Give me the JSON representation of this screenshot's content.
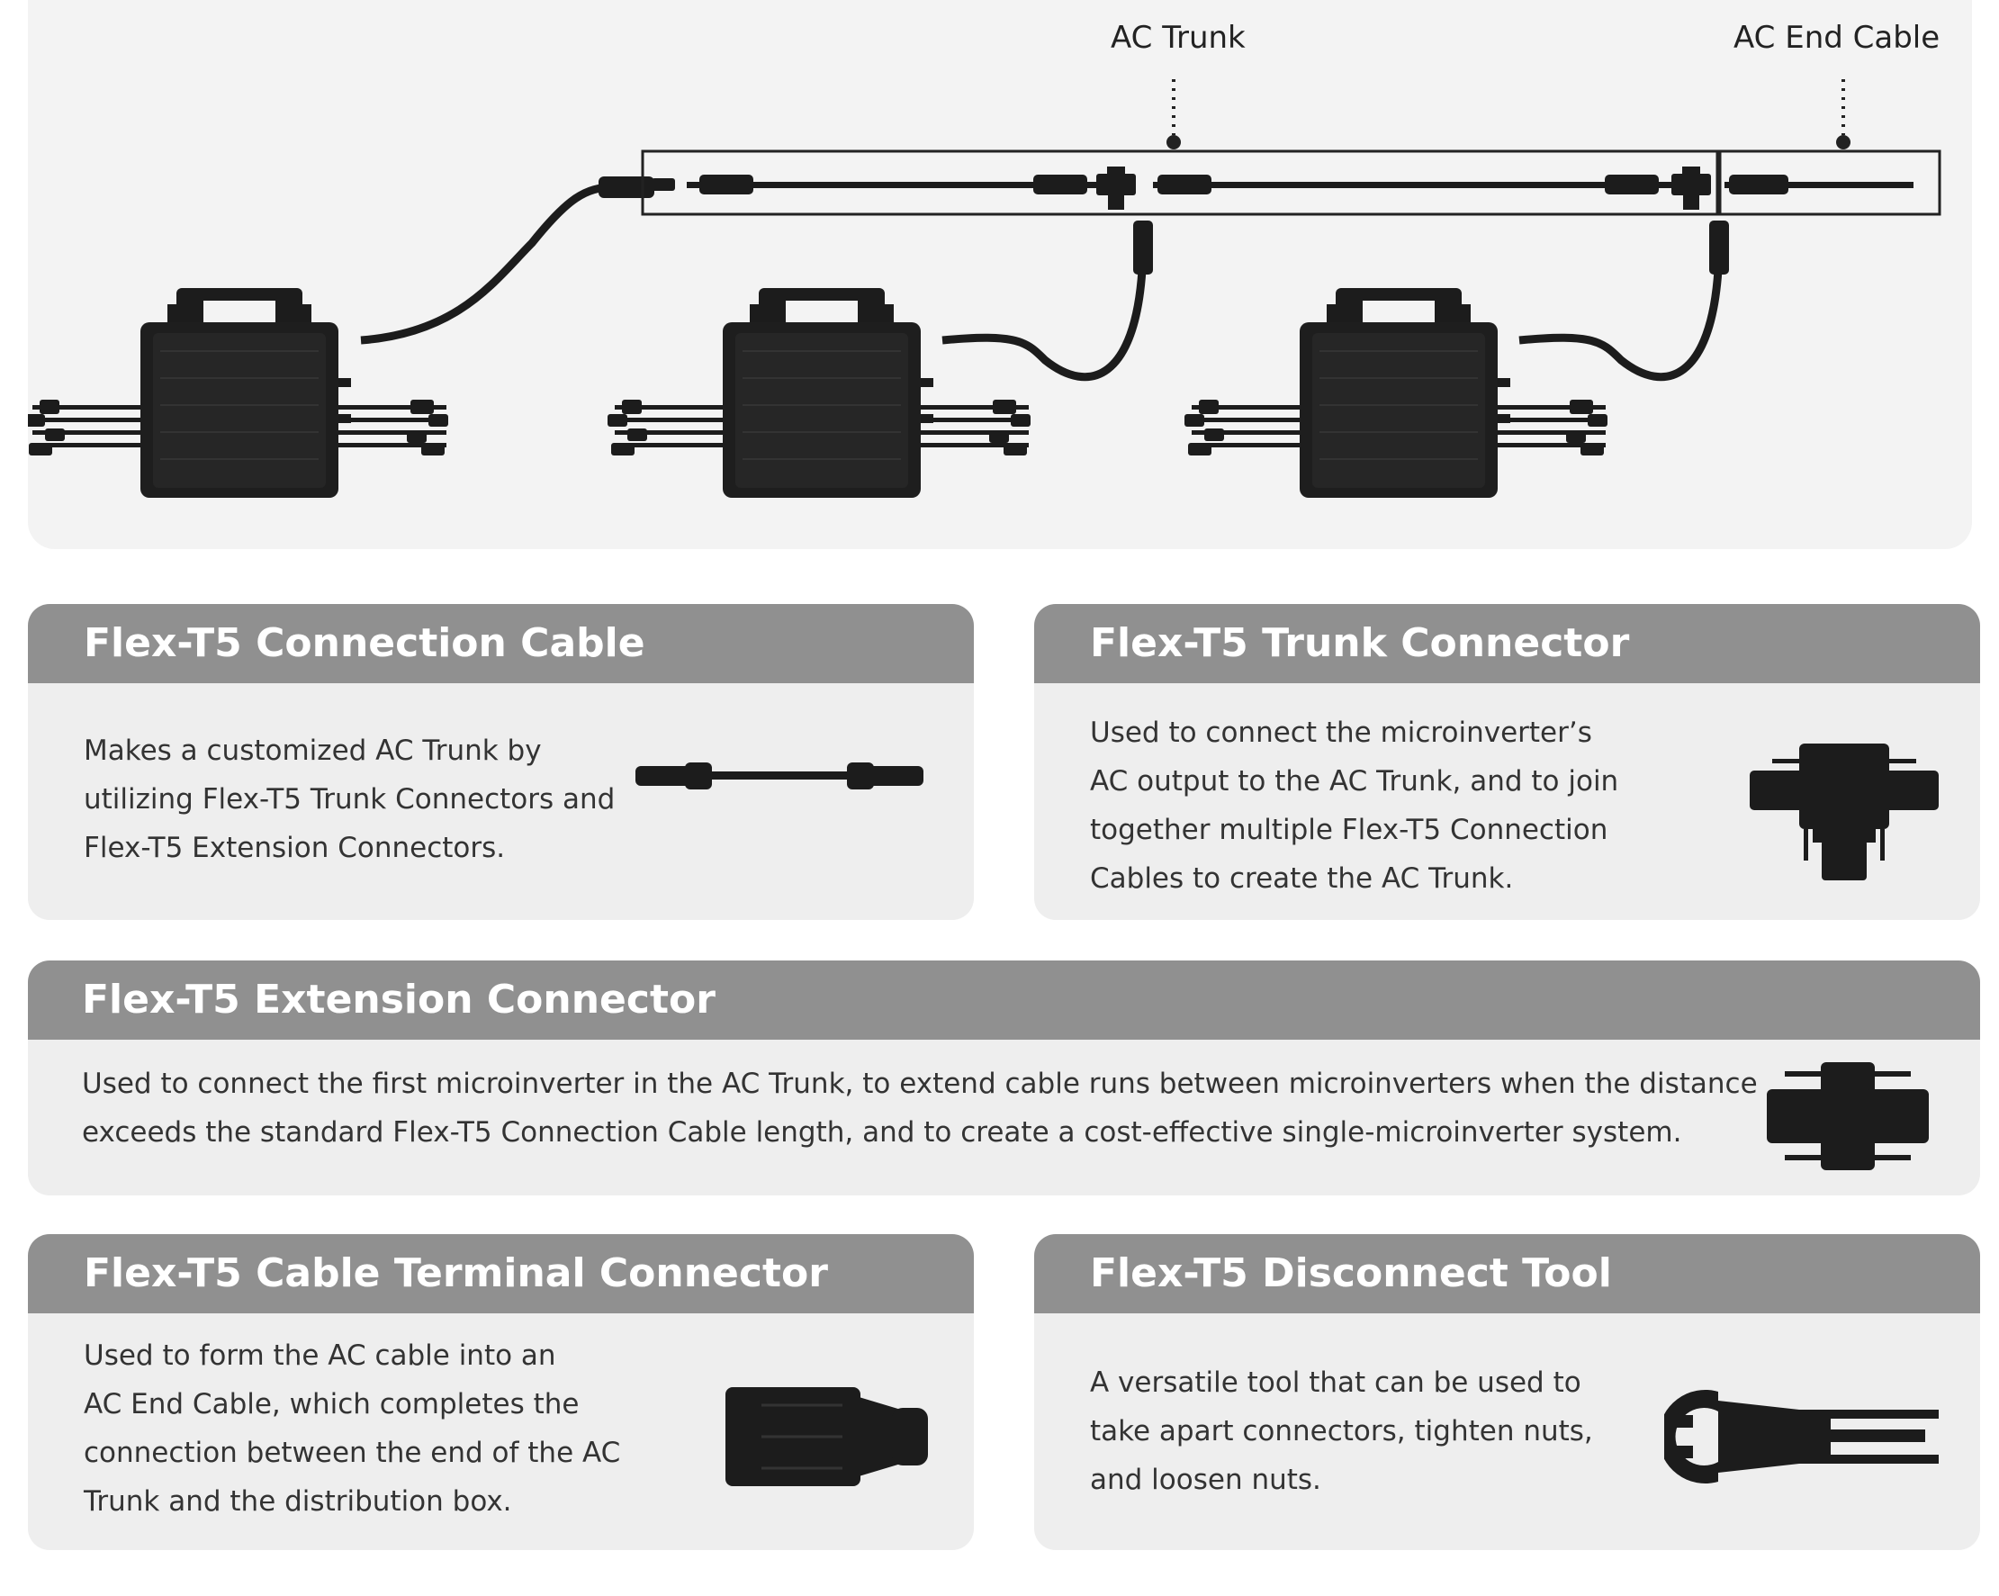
{
  "diagram": {
    "callouts": {
      "ac_trunk": "AC Trunk",
      "ac_end_cable": "AC End Cable"
    }
  },
  "cards": {
    "connection_cable": {
      "title": "Flex-T5 Connection Cable",
      "lines": [
        "Makes a customized AC Trunk by",
        "utilizing Flex-T5 Trunk Connectors and",
        "Flex-T5 Extension Connectors."
      ]
    },
    "trunk_connector": {
      "title": "Flex-T5 Trunk Connector",
      "lines": [
        "Used to connect the microinverter’s",
        "AC output to the AC Trunk, and to join",
        "together multiple Flex-T5 Connection",
        "Cables to create the AC Trunk."
      ]
    },
    "extension_connector": {
      "title": "Flex-T5 Extension Connector",
      "lines": [
        "Used to connect the first microinverter in the AC Trunk, to extend cable runs between microinverters when the distance",
        "exceeds the standard Flex-T5 Connection Cable length, and to create a cost-effective single-microinverter system."
      ]
    },
    "cable_terminal_connector": {
      "title": "Flex-T5 Cable Terminal Connector",
      "lines": [
        "Used to form the AC cable into an",
        "AC End Cable, which completes the",
        "connection between the end of the AC",
        "Trunk and the distribution box."
      ]
    },
    "disconnect_tool": {
      "title": "Flex-T5 Disconnect Tool",
      "lines": [
        "A versatile tool that can be used to",
        "take apart connectors, tighten nuts,",
        "and loosen nuts."
      ]
    }
  },
  "colors": {
    "card_header": "#909090",
    "card_body": "#eeeeee",
    "diagram_background": "#f3f3f3",
    "hardware": "#1c1c1c"
  }
}
